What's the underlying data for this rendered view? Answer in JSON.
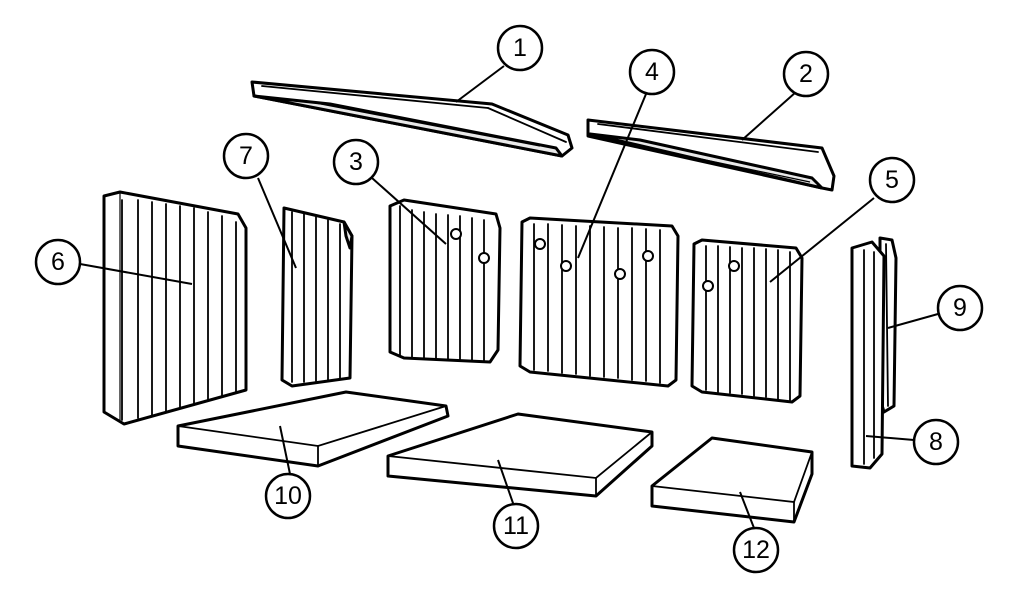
{
  "callouts": [
    {
      "id": "1",
      "label": "1"
    },
    {
      "id": "2",
      "label": "2"
    },
    {
      "id": "3",
      "label": "3"
    },
    {
      "id": "4",
      "label": "4"
    },
    {
      "id": "5",
      "label": "5"
    },
    {
      "id": "6",
      "label": "6"
    },
    {
      "id": "7",
      "label": "7"
    },
    {
      "id": "8",
      "label": "8"
    },
    {
      "id": "9",
      "label": "9"
    },
    {
      "id": "10",
      "label": "10"
    },
    {
      "id": "11",
      "label": "11"
    },
    {
      "id": "12",
      "label": "12"
    }
  ],
  "colors": {
    "line": "#000000",
    "fill": "#ffffff",
    "shade": "#e9e9e9"
  }
}
